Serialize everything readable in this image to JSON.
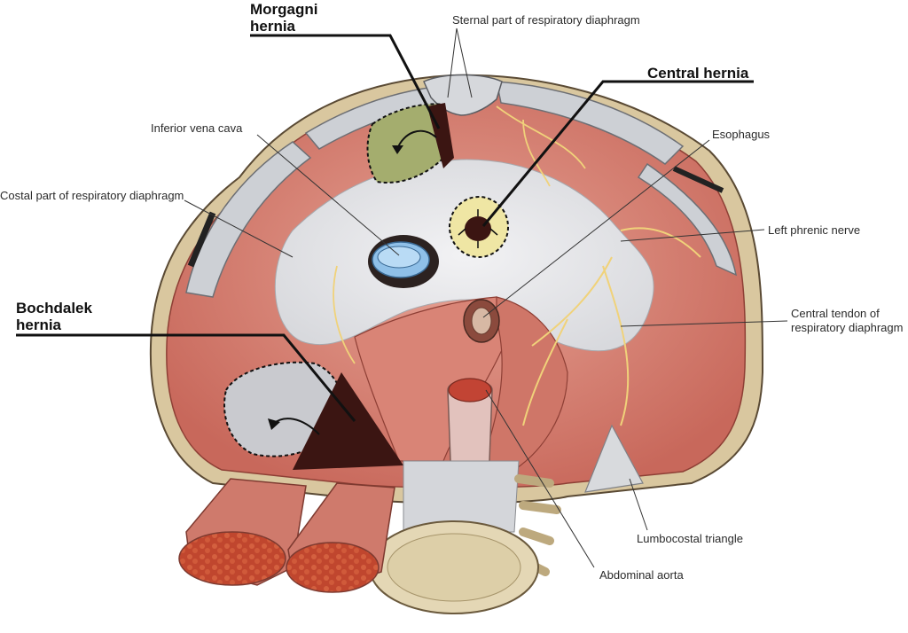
{
  "labels": {
    "morgagni_line1": "Morgagni",
    "morgagni_line2": "hernia",
    "central_hernia": "Central hernia",
    "bochdalek_line1": "Bochdalek",
    "bochdalek_line2": "hernia",
    "sternal_part": "Sternal part of respiratory diaphragm",
    "inferior_vena_cava": "Inferior vena cava",
    "esophagus": "Esophagus",
    "costal_part": "Costal part of respiratory diaphragm",
    "left_phrenic_nerve": "Left phrenic nerve",
    "central_tendon_line1": "Central tendon of",
    "central_tendon_line2": "respiratory diaphragm",
    "lumbocostal_triangle": "Lumbocostal triangle",
    "abdominal_aorta": "Abdominal aorta"
  },
  "colors": {
    "muscle": "#d98476",
    "muscle_dark": "#b85c50",
    "tendon": "#e6e6e8",
    "rib": "#c6c8cc",
    "bone": "#e4d7b5",
    "vena_cava": "#8fc0e8",
    "morgagni_fill": "#a4ad6e",
    "central_fill": "#efe6a4",
    "bochdalek_fill": "#c9cacf",
    "defect": "#3b1512",
    "nerve": "#f0d27a",
    "line": "#111111"
  }
}
